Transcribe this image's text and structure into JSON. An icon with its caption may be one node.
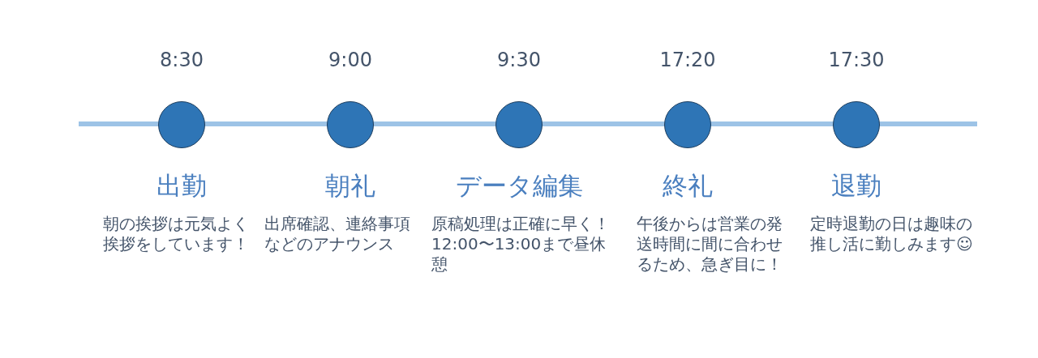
{
  "diagram": {
    "nodes": [
      {
        "text": [],
        "shape": "circle",
        "beside": [
          "8:30",
          "出勤",
          "朝の挨拶は元気よく挨拶をしています！"
        ]
      },
      {
        "text": [],
        "shape": "circle",
        "beside": [
          "9:00",
          "朝礼",
          "出席確認、連絡事項などのアナウンス"
        ]
      },
      {
        "text": [],
        "shape": "circle",
        "beside": [
          "9:30",
          "データ編集",
          "原稿処理は正確に早く！12:00〜13:00まで昼休憩"
        ]
      },
      {
        "text": [],
        "shape": "circle",
        "beside": [
          "17:20",
          "終礼",
          "午後からは営業の発送時間に間に合わせるため、急ぎ目に！"
        ]
      },
      {
        "text": [],
        "shape": "circle",
        "beside": [
          "17:30",
          "退勤",
          "定時退勤の日は趣味の推し活に勤しみます☺"
        ]
      }
    ]
  }
}
